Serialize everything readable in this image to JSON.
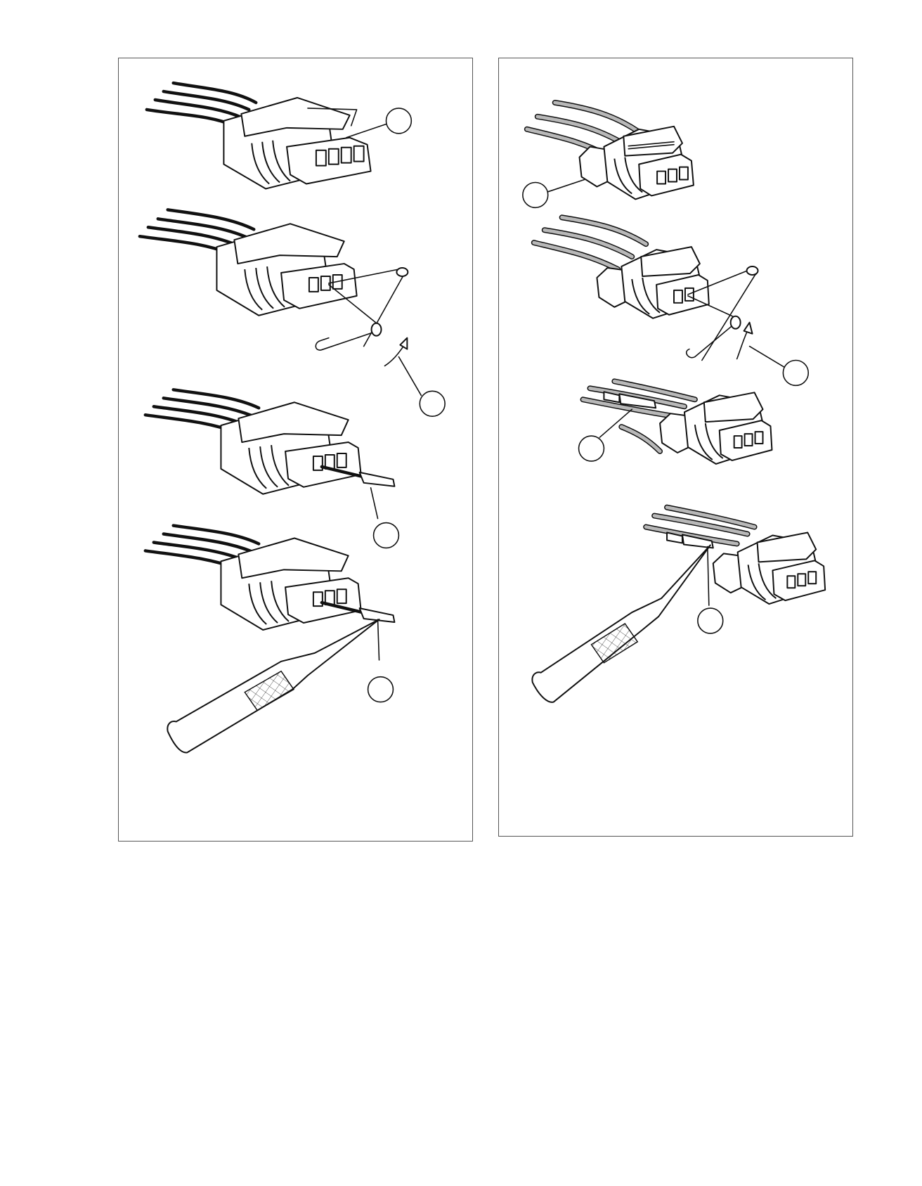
{
  "figure": {
    "left_panel": {
      "steps": [
        {
          "id": "connector-4pin"
        },
        {
          "id": "tool-insertion"
        },
        {
          "id": "terminal-removed"
        },
        {
          "id": "terminal-reset"
        }
      ],
      "callouts": [
        "",
        "",
        "",
        ""
      ]
    },
    "right_panel": {
      "steps": [
        {
          "id": "connector-3pin"
        },
        {
          "id": "tool-insertion"
        },
        {
          "id": "terminal-removed"
        },
        {
          "id": "terminal-reset"
        }
      ],
      "callouts": [
        "",
        "",
        "",
        ""
      ]
    },
    "colors": {
      "line": "#111111",
      "wire_black": "#111111",
      "wire_grey": "#b8b8b8",
      "frame": "#555555"
    },
    "icons": [
      "wire-harness-icon",
      "connector-icon",
      "release-tool-icon",
      "arrow-icon",
      "terminal-icon",
      "pick-tool-icon"
    ]
  }
}
